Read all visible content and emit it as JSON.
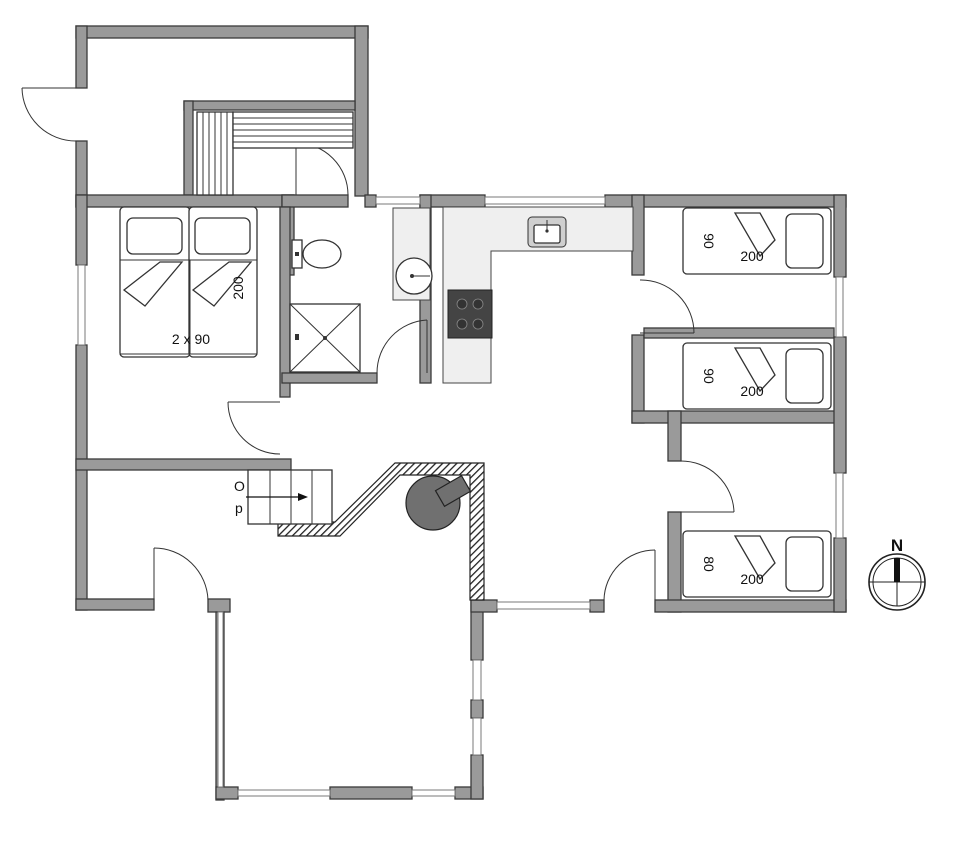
{
  "labels": {
    "double_bed_size": "2 x 90",
    "double_bed_length": "200",
    "bed1_width": "90",
    "bed1_length": "200",
    "bed2_width": "90",
    "bed2_length": "200",
    "bed3_width": "80",
    "bed3_length": "200",
    "stair_up": "O",
    "stair_up_2": "p",
    "north": "N"
  },
  "colors": {
    "wall_fill": "#9a9a9a",
    "wall_stroke": "#3a3a3a",
    "counter": "#efefef",
    "stove": "#444444",
    "fireplace": "#707070",
    "hatch": "#222222"
  }
}
